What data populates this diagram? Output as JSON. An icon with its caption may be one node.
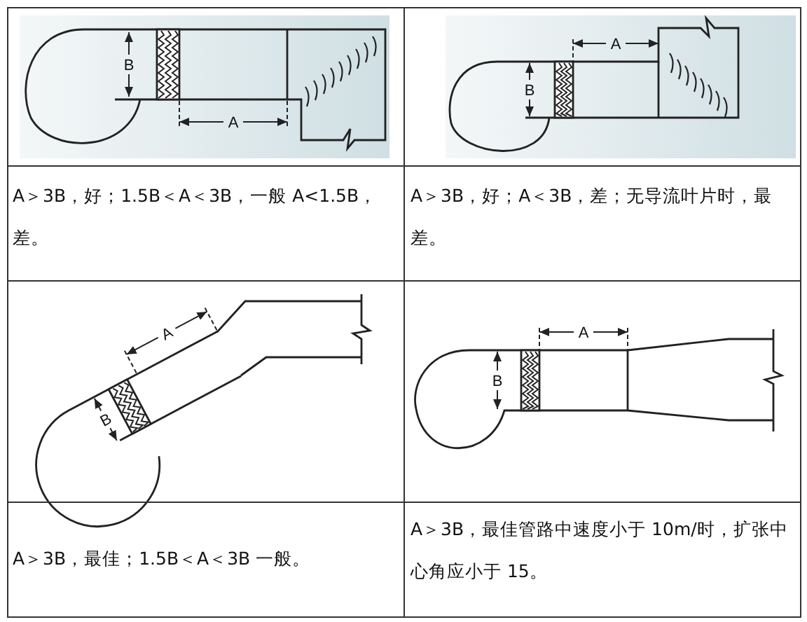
{
  "diagram": {
    "labels": [
      "B",
      "A",
      "A",
      "B",
      "A＞3B，好；1.5B＜A＜3B，一般 A<1.5B，差。",
      "A＞3B，好；A＜3B，差；无导流叶片时，最差。",
      "A",
      "B",
      "A",
      "B",
      "A＞3B，最佳；1.5B＜A＜3B 一般。",
      "A＞3B，最佳管路中速度小于 10m/时，扩张中心角应小于 15。"
    ]
  }
}
